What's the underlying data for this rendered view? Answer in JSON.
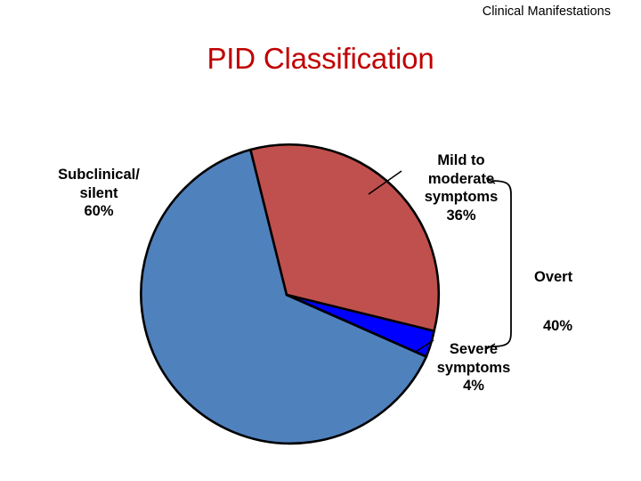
{
  "header": {
    "note": "Clinical Manifestations"
  },
  "title": {
    "text": "PID Classification",
    "color": "#C00000"
  },
  "chart_data": {
    "type": "pie",
    "title": "PID Classification",
    "categories": [
      "Subclinical/ silent",
      "Mild to moderate symptoms",
      "Severe symptoms"
    ],
    "values": [
      60,
      36,
      4
    ],
    "unit": "%",
    "colors": [
      "#4F81BD",
      "#C0504D",
      "#0000FF"
    ],
    "legend": "none",
    "grid": false,
    "slice_labels": [
      {
        "name": "Subclinical/\nsilent",
        "value": "60%"
      },
      {
        "name": "Mild to\nmoderate\nsymptoms",
        "value": "36%"
      },
      {
        "name": "Severe\nsymptoms",
        "value": "4%"
      }
    ],
    "annotations": [
      {
        "name": "Overt",
        "value": "40%",
        "groups": [
          "Mild to moderate symptoms",
          "Severe symptoms"
        ]
      }
    ],
    "start_angle_deg": -14,
    "direction": "clockwise"
  },
  "labels": {
    "subclinical": "Subclinical/\nsilent\n60%",
    "mild": "Mild to\nmoderate\nsymptoms\n36%",
    "severe": "Severe\nsymptoms\n4%",
    "overt_name": "Overt",
    "overt_value": "40%"
  }
}
